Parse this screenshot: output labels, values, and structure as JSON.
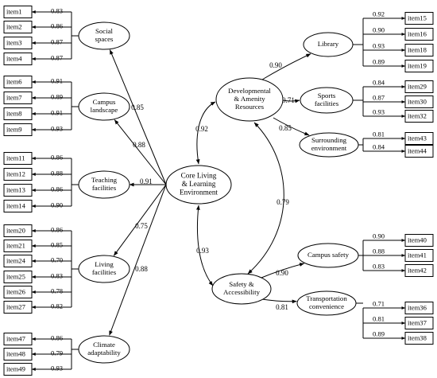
{
  "model": {
    "core_factor": {
      "label_lines": [
        "Core Living",
        "& Learning",
        "Environment"
      ]
    },
    "left_factors": [
      {
        "id": "social",
        "label_lines": [
          "Social",
          "spaces"
        ],
        "path_coef": "0.85",
        "items": [
          {
            "name": "item1",
            "loading": "0.83"
          },
          {
            "name": "item2",
            "loading": "0.86"
          },
          {
            "name": "item3",
            "loading": "0.87"
          },
          {
            "name": "item4",
            "loading": "0.87"
          }
        ]
      },
      {
        "id": "campus",
        "label_lines": [
          "Campus",
          "landscape"
        ],
        "path_coef": "0.88",
        "items": [
          {
            "name": "item6",
            "loading": "0.91"
          },
          {
            "name": "item7",
            "loading": "0.89"
          },
          {
            "name": "item8",
            "loading": "0.91"
          },
          {
            "name": "item9",
            "loading": "0.93"
          }
        ]
      },
      {
        "id": "teaching",
        "label_lines": [
          "Teaching",
          "facilities"
        ],
        "path_coef": "0.91",
        "items": [
          {
            "name": "item11",
            "loading": "0.86"
          },
          {
            "name": "item12",
            "loading": "0.88"
          },
          {
            "name": "item13",
            "loading": "0.86"
          },
          {
            "name": "item14",
            "loading": "0.90"
          }
        ]
      },
      {
        "id": "living",
        "label_lines": [
          "Living",
          "facilities"
        ],
        "path_coef": "0.75",
        "items": [
          {
            "name": "item20",
            "loading": "0.86"
          },
          {
            "name": "item21",
            "loading": "0.85"
          },
          {
            "name": "item24",
            "loading": "0.70"
          },
          {
            "name": "item25",
            "loading": "0.83"
          },
          {
            "name": "item26",
            "loading": "0.78"
          },
          {
            "name": "item27",
            "loading": "0.82"
          }
        ]
      },
      {
        "id": "climate",
        "label_lines": [
          "Climate",
          "adaptability"
        ],
        "path_coef": "0.88",
        "items": [
          {
            "name": "item47",
            "loading": "0.86"
          },
          {
            "name": "item48",
            "loading": "0.79"
          },
          {
            "name": "item49",
            "loading": "0.93"
          }
        ]
      }
    ],
    "right_hubs": [
      {
        "id": "dev",
        "label_lines": [
          "Developmental",
          "& Amenity",
          "Resources"
        ],
        "core_coef": "0.92",
        "subfactors": [
          {
            "id": "library",
            "label_lines": [
              "Library"
            ],
            "path_coef": "0.90",
            "items": [
              {
                "name": "item15",
                "loading": "0.92"
              },
              {
                "name": "item16",
                "loading": "0.90"
              },
              {
                "name": "item18",
                "loading": "0.93"
              },
              {
                "name": "item19",
                "loading": "0.89"
              }
            ]
          },
          {
            "id": "sports",
            "label_lines": [
              "Sports",
              "facilities"
            ],
            "path_coef": "0.71",
            "items": [
              {
                "name": "item29",
                "loading": "0.84"
              },
              {
                "name": "item30",
                "loading": "0.87"
              },
              {
                "name": "item32",
                "loading": "0.93"
              }
            ]
          },
          {
            "id": "surround",
            "label_lines": [
              "Surrounding",
              "environment"
            ],
            "path_coef": "0.85",
            "items": [
              {
                "name": "item43",
                "loading": "0.81"
              },
              {
                "name": "item44",
                "loading": "0.84"
              }
            ]
          }
        ]
      },
      {
        "id": "safety",
        "label_lines": [
          "Safety &",
          "Accessibility"
        ],
        "core_coef": "0.93",
        "subfactors": [
          {
            "id": "campussafety",
            "label_lines": [
              "Campus safety"
            ],
            "path_coef": "0.90",
            "items": [
              {
                "name": "item40",
                "loading": "0.90"
              },
              {
                "name": "item41",
                "loading": "0.88"
              },
              {
                "name": "item42",
                "loading": "0.83"
              }
            ]
          },
          {
            "id": "transport",
            "label_lines": [
              "Transportation",
              "convenience"
            ],
            "path_coef": "0.81",
            "items": [
              {
                "name": "item36",
                "loading": "0.71"
              },
              {
                "name": "item37",
                "loading": "0.81"
              },
              {
                "name": "item38",
                "loading": "0.89"
              }
            ]
          }
        ]
      }
    ],
    "hub_correlation": "0.79"
  }
}
